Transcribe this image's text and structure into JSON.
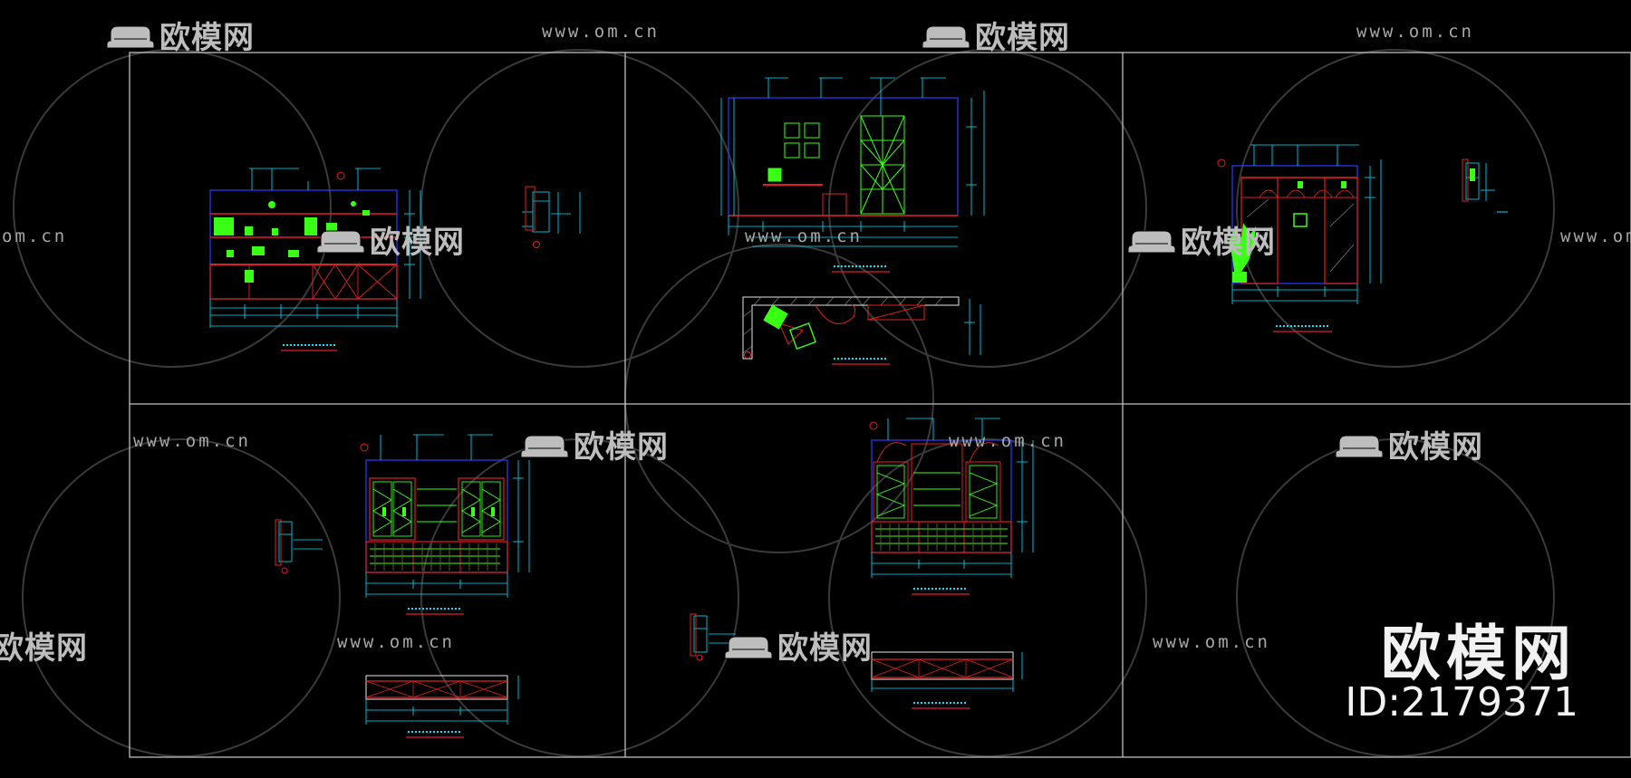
{
  "watermark": {
    "brand_text": "欧模网",
    "url_text": "www.om.cn",
    "url_fragment": "om.cn",
    "brand_fragment": "欧模网",
    "id_text": "ID:2179371"
  },
  "colors": {
    "background": "#000000",
    "frame": "#bfbfbf",
    "cyan": "#00e5ff",
    "green": "#39ff14",
    "red": "#e02020",
    "blue": "#2a3cff",
    "yellow": "#f5e400",
    "magenta": "#ff3cff"
  },
  "icons": {
    "sofa": "sofa-logo-icon"
  }
}
